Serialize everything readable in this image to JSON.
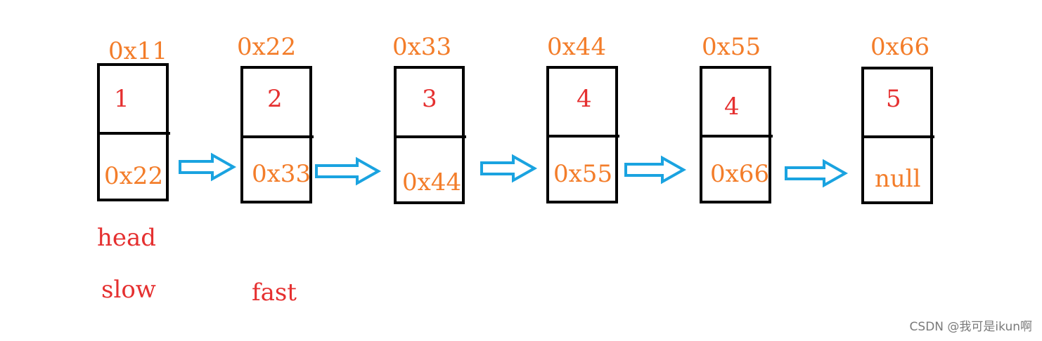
{
  "colors": {
    "address": "#f37d2a",
    "value": "#e53030",
    "pointer": "#f37d2a",
    "label": "#e53030",
    "arrow": "#1aa3e0",
    "box": "#000000"
  },
  "nodes": [
    {
      "address": "0x11",
      "value": "1",
      "next": "0x22"
    },
    {
      "address": "0x22",
      "value": "2",
      "next": "0x33"
    },
    {
      "address": "0x33",
      "value": "3",
      "next": "0x44"
    },
    {
      "address": "0x44",
      "value": "4",
      "next": "0x55"
    },
    {
      "address": "0x55",
      "value": "4",
      "next": "0x66"
    },
    {
      "address": "0x66",
      "value": "5",
      "next": "null"
    }
  ],
  "labels": {
    "head": "head",
    "slow": "slow",
    "fast": "fast"
  },
  "watermark": "CSDN @我可是ikun啊"
}
